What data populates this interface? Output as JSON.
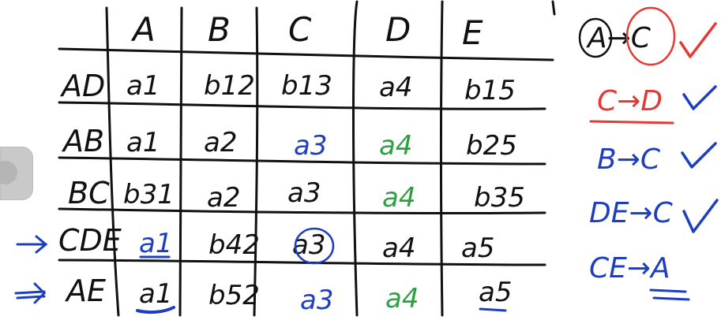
{
  "header_row": [
    "A",
    "B",
    "C",
    "D",
    "E"
  ],
  "rows": [
    {
      "label": "AD",
      "cells": [
        "a1",
        "b12",
        "b13",
        "a4",
        "b15"
      ],
      "cell_colors": [
        "#111111",
        "#111111",
        "#111111",
        "#111111",
        "#111111"
      ]
    },
    {
      "label": "AB",
      "cells": [
        "a1",
        "a2",
        "a3",
        "a4",
        "b25"
      ],
      "cell_colors": [
        "#111111",
        "#111111",
        "#1d3fbf",
        "#2ea043",
        "#111111"
      ]
    },
    {
      "label": "BC",
      "cells": [
        "b31",
        "a2",
        "a3",
        "a4",
        "b35"
      ],
      "cell_colors": [
        "#111111",
        "#111111",
        "#111111",
        "#2ea043",
        "#111111"
      ]
    },
    {
      "label": "CDE",
      "cells": [
        "a1",
        "b42",
        "a3",
        "a4",
        "a5"
      ],
      "cell_colors": [
        "#1d3fbf",
        "#111111",
        "#111111",
        "#111111",
        "#111111"
      ],
      "arrow_color": "#1d3fbf"
    },
    {
      "label": "AE",
      "cells": [
        "a1",
        "b52",
        "a3",
        "a4",
        "a5"
      ],
      "cell_colors": [
        "#111111",
        "#111111",
        "#1d3fbf",
        "#2ea043",
        "#111111"
      ],
      "arrow_color": "#1d3fbf"
    }
  ],
  "dependencies": [
    {
      "text": "A→C",
      "color": "#111111",
      "check_color": "#e53935",
      "checked": true
    },
    {
      "text": "C→D",
      "color": "#e53935",
      "check_color": "#1d3fbf",
      "checked": true
    },
    {
      "text": "B→C",
      "color": "#1d3fbf",
      "check_color": "#1d3fbf",
      "checked": true
    },
    {
      "text": "DE→C",
      "color": "#1d3fbf",
      "check_color": "#1d3fbf",
      "checked": true
    },
    {
      "text": "CE→A",
      "color": "#1d3fbf",
      "check_color": "#1d3fbf",
      "checked": false
    }
  ],
  "colors": {
    "ink": "#111111",
    "blue": "#1d3fbf",
    "green": "#2ea043",
    "red": "#e53935"
  }
}
